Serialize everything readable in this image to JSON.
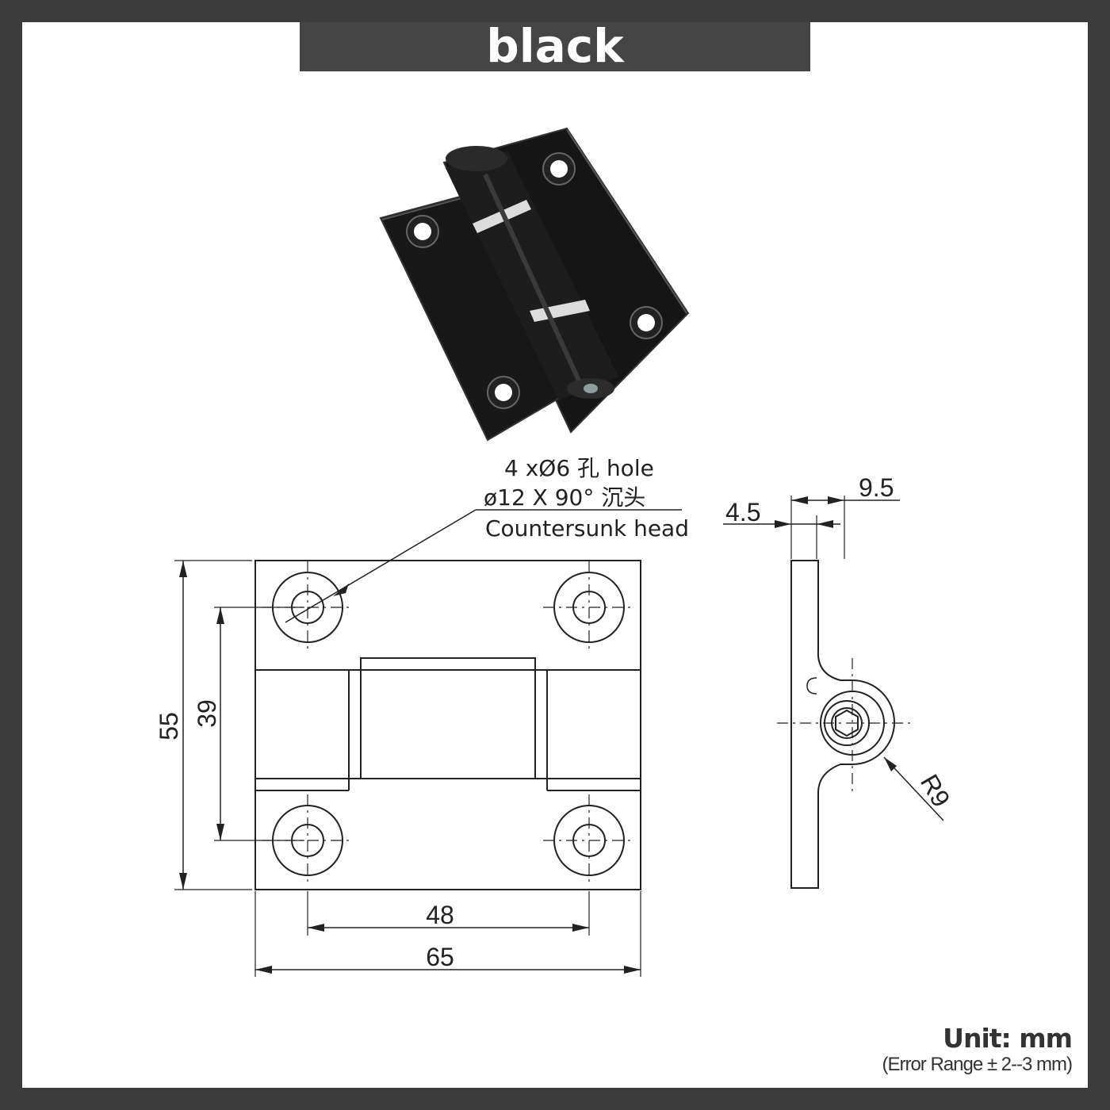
{
  "title": "black",
  "product": {
    "name": "hinge-photo",
    "finish_color": "#111111"
  },
  "annotations": {
    "hole_line1": "4 xØ6 孔 hole",
    "hole_line2": "ø12 X 90°  沉头",
    "hole_line3": "Countersunk head"
  },
  "dimensions": {
    "height_total": "55",
    "hole_spacing_vertical": "39",
    "hole_spacing_horizontal": "48",
    "width_total": "65",
    "leaf_thickness": "4.5",
    "knuckle_depth": "9.5",
    "radius": "R9"
  },
  "footer": {
    "unit": "Unit:  mm",
    "error_range": "(Error Range ± 2--3 mm)"
  },
  "colors": {
    "background": "#3c3c3c",
    "panel": "#ffffff",
    "title_bar": "#454545",
    "line": "#222222"
  }
}
